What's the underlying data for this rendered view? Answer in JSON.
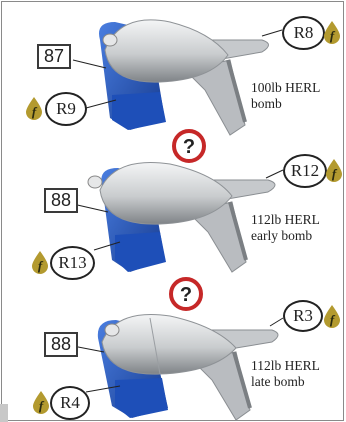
{
  "parts": [
    {
      "part_number": "87",
      "description_line1": "100lb HERL",
      "description_line2": "bomb",
      "references": [
        {
          "label": "R8",
          "flag": "f"
        },
        {
          "label": "R9",
          "flag": "f"
        }
      ]
    },
    {
      "part_number": "88",
      "description_line1": "112lb HERL",
      "description_line2": "early bomb",
      "references": [
        {
          "label": "R12",
          "flag": "f"
        },
        {
          "label": "R13",
          "flag": "f"
        }
      ]
    },
    {
      "part_number": "88",
      "description_line1": "112lb HERL",
      "description_line2": "late bomb",
      "references": [
        {
          "label": "R3",
          "flag": "f"
        },
        {
          "label": "R4",
          "flag": "f"
        }
      ]
    }
  ],
  "separators": [
    {
      "symbol": "?"
    },
    {
      "symbol": "?"
    }
  ],
  "colors": {
    "bomb_body": "#d8dadc",
    "bomb_shadow": "#8f9397",
    "mount_blue": "#2d5ec8",
    "mount_blue_dark": "#173d96",
    "flag_gold": "#b39a2f",
    "question_red": "#c62828"
  }
}
